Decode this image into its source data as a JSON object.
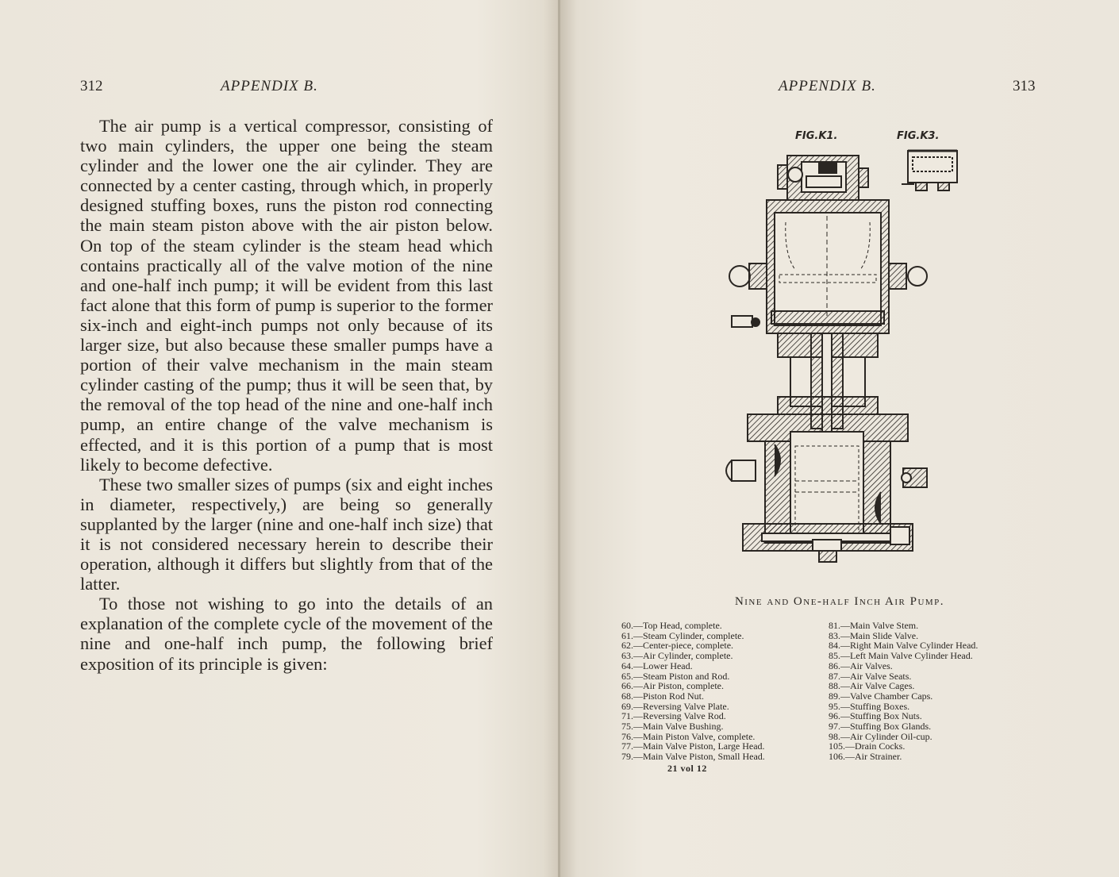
{
  "left_page": {
    "page_number": "312",
    "running_head": "APPENDIX B.",
    "paragraphs": [
      "The air pump is a vertical compressor, consisting of two main cylinders, the upper one being the steam cylinder and the lower one the air cylinder. They are connected by a center casting, through which, in properly designed stuffing boxes, runs the piston rod connecting the main steam piston above with the air piston below. On top of the steam cylinder is the steam head which contains practically all of the valve motion of the nine and one-half inch pump; it will be evident from this last fact alone that this form of pump is superior to the former six-inch and eight-inch pumps not only because of its larger size, but also because these smaller pumps have a portion of their valve mechanism in the main steam cylinder casting of the pump; thus it will be seen that, by the removal of the top head of the nine and one-half inch pump, an entire change of the valve mechanism is effected, and it is this portion of a pump that is most likely to become defective.",
      "These two smaller sizes of pumps (six and eight inches in diameter, respectively,) are being so generally supplanted by the larger (nine and one-half inch size) that it is not considered necessary herein to describe their operation, although it differs but slightly from that of the latter.",
      "To those not wishing to go into the details of an explanation of the complete cycle of the movement of the nine and one-half inch pump, the following brief exposition of its principle is given:"
    ]
  },
  "right_page": {
    "page_number": "313",
    "running_head": "APPENDIX B.",
    "figure": {
      "label_1": "FIG.K1.",
      "label_3": "FIG.K3.",
      "caption": "Nine and One-half Inch Air Pump."
    },
    "parts_left": [
      "60.—Top Head, complete.",
      "61.—Steam Cylinder, complete.",
      "62.—Center-piece, complete.",
      "63.—Air Cylinder, complete.",
      "64.—Lower Head.",
      "65.—Steam Piston and Rod.",
      "66.—Air Piston, complete.",
      "68.—Piston Rod Nut.",
      "69.—Reversing Valve Plate.",
      "71.—Reversing Valve Rod.",
      "75.—Main Valve Bushing.",
      "76.—Main Piston Valve, complete.",
      "77.—Main Valve Piston, Large Head.",
      "79.—Main Valve Piston, Small Head."
    ],
    "parts_right": [
      "81.—Main Valve Stem.",
      "83.—Main Slide Valve.",
      "84.—Right Main Valve Cylinder Head.",
      "85.—Left Main Valve Cylinder Head.",
      "86.—Air Valves.",
      "87.—Air Valve Seats.",
      "88.—Air Valve Cages.",
      "89.—Valve Chamber Caps.",
      "95.—Stuffing Boxes.",
      "96.—Stuffing Box Nuts.",
      "97.—Stuffing Box Glands.",
      "98.—Air Cylinder Oil-cup.",
      "105.—Drain Cocks.",
      "106.—Air Strainer."
    ],
    "signature": "21 vol 12"
  }
}
